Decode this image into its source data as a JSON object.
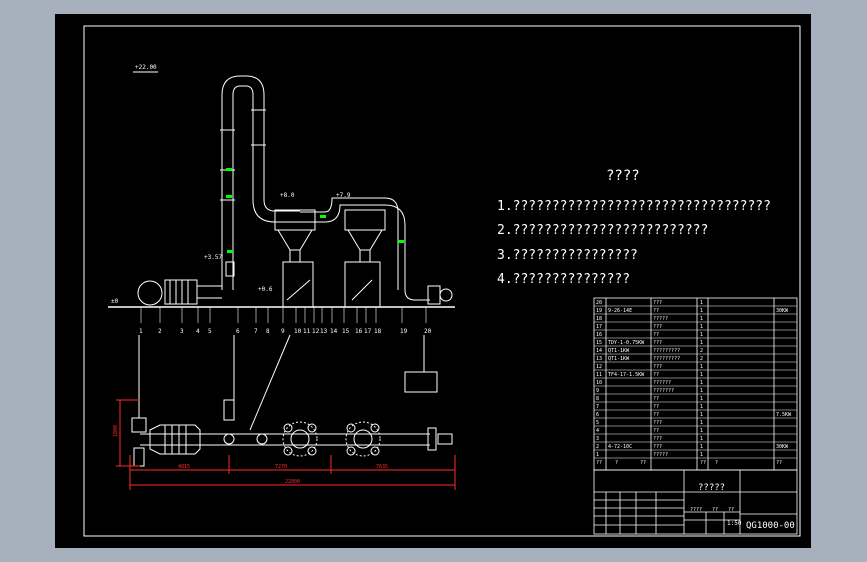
{
  "colors": {
    "background_outer": "#a7b0bd",
    "sheet": "#000000",
    "line": "#ffffff",
    "dim": "#ff2a2a",
    "accent": "#00ff00",
    "purple": "#c8a6ff"
  },
  "notes": {
    "title": "????",
    "items": [
      "1.?????????????????????????????????",
      "2.?????????????????????????",
      "3.????????????????",
      "4.???????????????"
    ]
  },
  "elevations": {
    "top": "+22.00",
    "e1": "+8.0",
    "e2": "+7.9",
    "e3": "+3.57",
    "e4": "+0.6",
    "ground": "±0"
  },
  "part_numbers": [
    "1",
    "2",
    "3",
    "4",
    "5",
    "6",
    "7",
    "8",
    "9",
    "10",
    "11",
    "12",
    "13",
    "14",
    "15",
    "16",
    "17",
    "18",
    "19",
    "20"
  ],
  "plan_dims": {
    "height": "1800",
    "seg1": "4815",
    "seg2": "7270",
    "seg3": "7635",
    "total": "22000"
  },
  "title_block": {
    "drawing_title": "?????",
    "drawing_no": "QG1000-00",
    "scale_label": "1:50",
    "block_labels": [
      "????",
      "??",
      "??"
    ]
  },
  "parts_list": [
    {
      "no": "20",
      "name": "",
      "mat": "???",
      "qty": "1",
      "note": ""
    },
    {
      "no": "19",
      "name": "9-26-14E",
      "mat": "??",
      "qty": "1",
      "note": "30KW"
    },
    {
      "no": "18",
      "name": "",
      "mat": "?????",
      "qty": "1",
      "note": ""
    },
    {
      "no": "17",
      "name": "",
      "mat": "???",
      "qty": "1",
      "note": ""
    },
    {
      "no": "16",
      "name": "",
      "mat": "??",
      "qty": "1",
      "note": ""
    },
    {
      "no": "15",
      "name": "TDY-1-0.75KW",
      "mat": "???",
      "qty": "1",
      "note": ""
    },
    {
      "no": "14",
      "name": "QT1-1KW",
      "mat": "?????????",
      "qty": "2",
      "note": ""
    },
    {
      "no": "13",
      "name": "QT1-1KW",
      "mat": "?????????",
      "qty": "2",
      "note": ""
    },
    {
      "no": "12",
      "name": "",
      "mat": "???",
      "qty": "1",
      "note": ""
    },
    {
      "no": "11",
      "name": "TF4-17-1.5KW",
      "mat": "??",
      "qty": "1",
      "note": ""
    },
    {
      "no": "10",
      "name": "",
      "mat": "??????",
      "qty": "1",
      "note": ""
    },
    {
      "no": "9",
      "name": "",
      "mat": "???????",
      "qty": "1",
      "note": ""
    },
    {
      "no": "8",
      "name": "",
      "mat": "??",
      "qty": "1",
      "note": ""
    },
    {
      "no": "7",
      "name": "",
      "mat": "??",
      "qty": "1",
      "note": ""
    },
    {
      "no": "6",
      "name": "",
      "mat": "??",
      "qty": "1",
      "note": "7.5KW"
    },
    {
      "no": "5",
      "name": "",
      "mat": "???",
      "qty": "1",
      "note": ""
    },
    {
      "no": "4",
      "name": "",
      "mat": "??",
      "qty": "1",
      "note": ""
    },
    {
      "no": "3",
      "name": "",
      "mat": "???",
      "qty": "1",
      "note": ""
    },
    {
      "no": "2",
      "name": "4-72-10C",
      "mat": "???",
      "qty": "1",
      "note": "30KW"
    },
    {
      "no": "1",
      "name": "",
      "mat": "?????",
      "qty": "1",
      "note": ""
    }
  ],
  "parts_header": {
    "no": "??",
    "name": "?",
    "mat": "??",
    "qty": "??",
    "wt": "?",
    "note": "??"
  }
}
